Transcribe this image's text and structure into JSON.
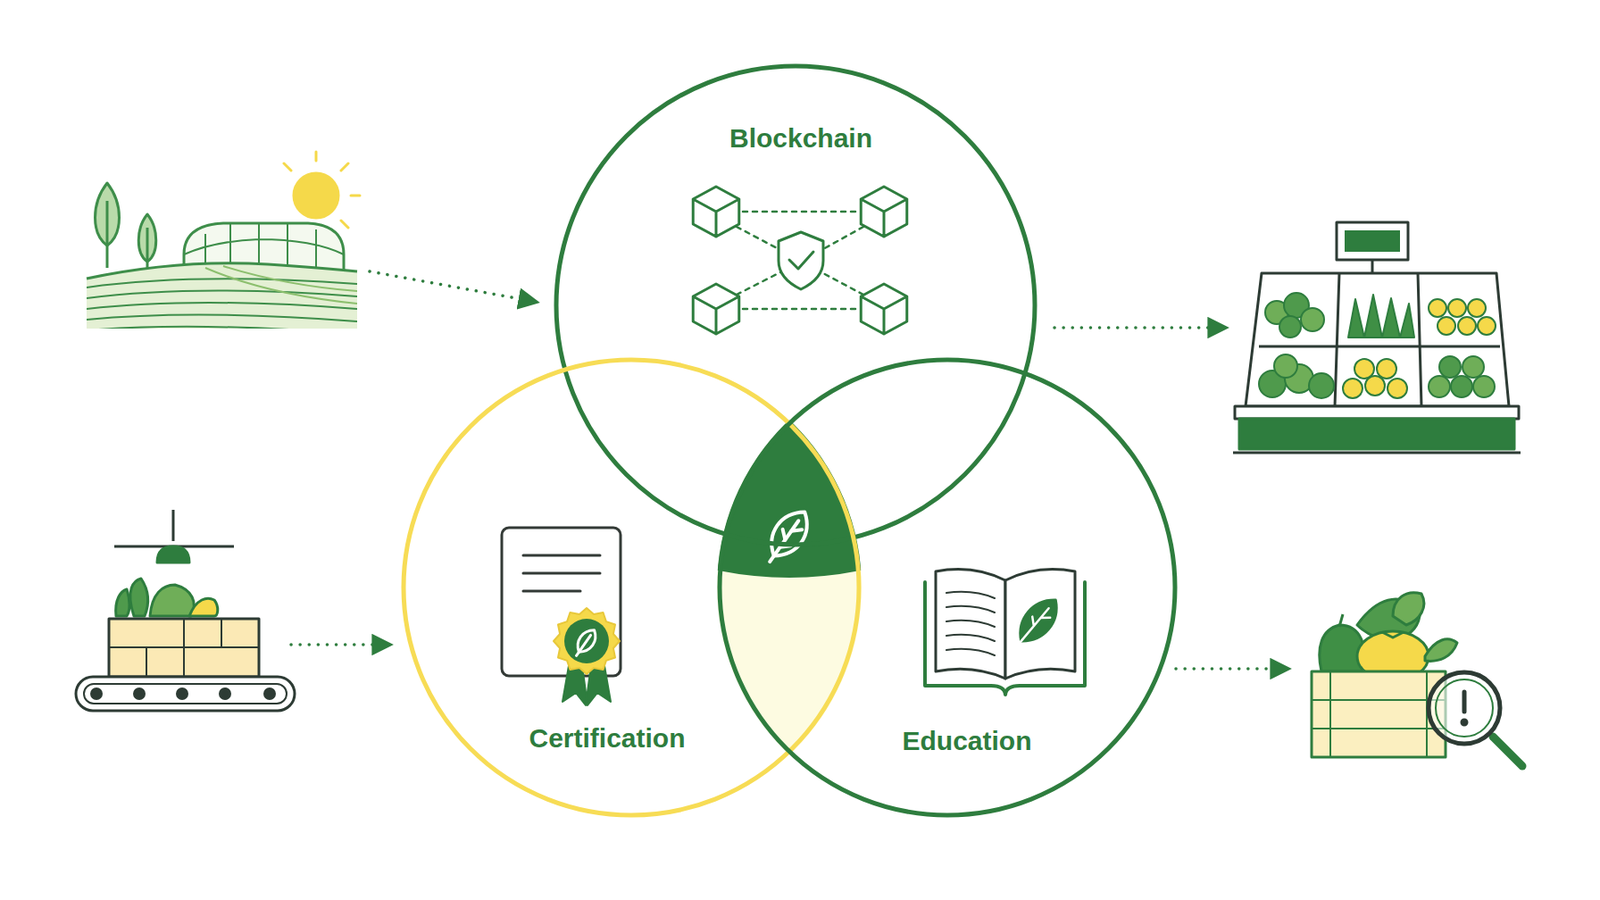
{
  "diagram": {
    "nodes": [
      {
        "text": [
          "Blockchain"
        ]
      },
      {
        "text": [
          "Certification"
        ]
      },
      {
        "text": [
          "Education"
        ]
      }
    ]
  }
}
